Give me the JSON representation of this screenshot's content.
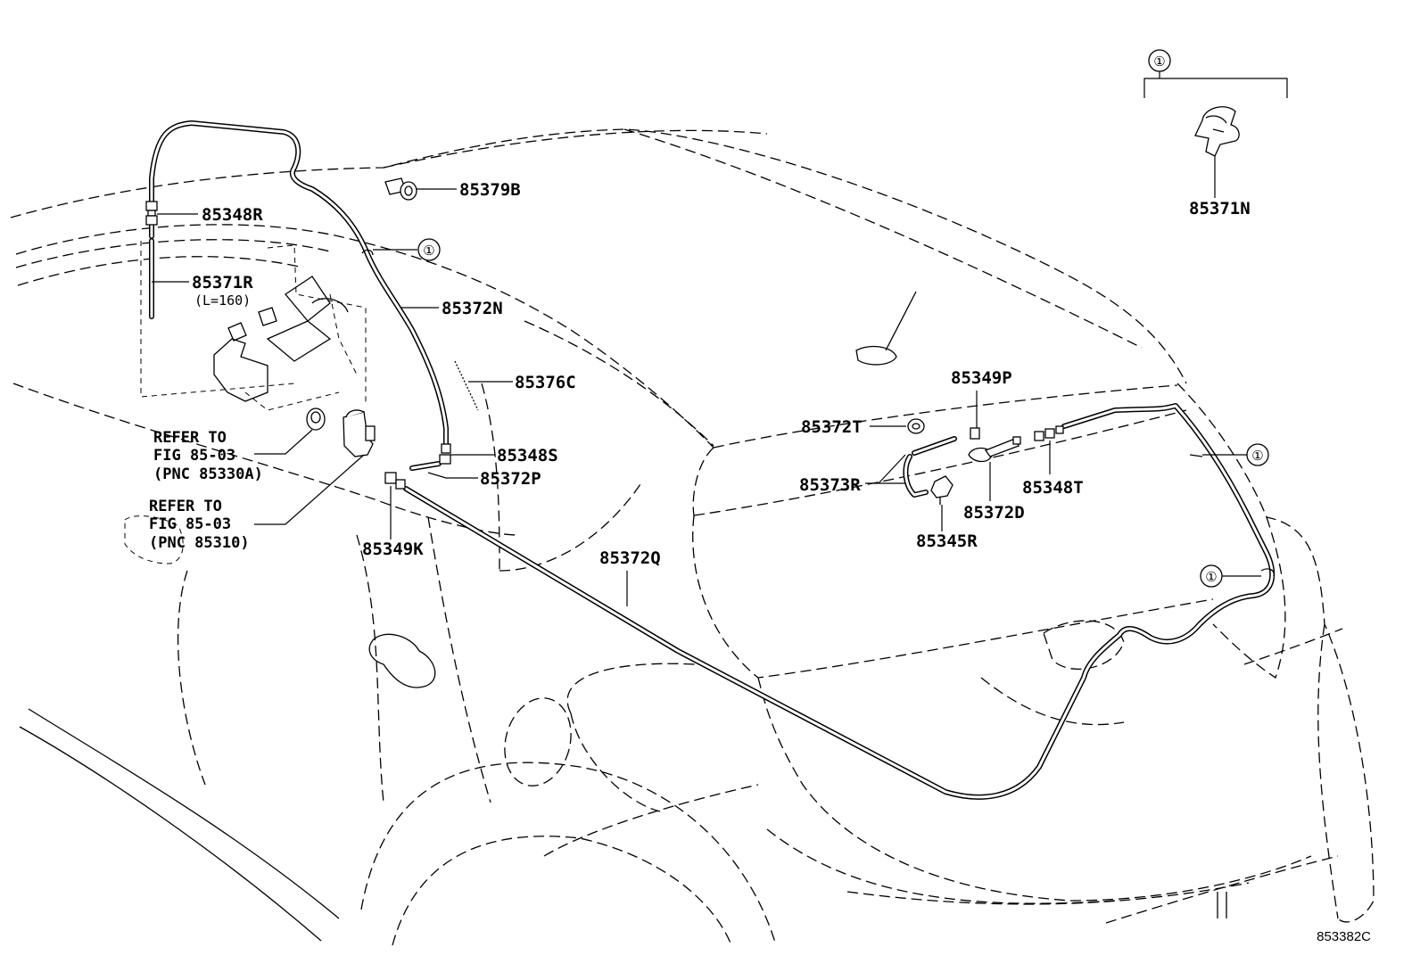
{
  "callouts": {
    "c1": "①",
    "p85348R": "85348R",
    "p85371R": "85371R",
    "p85371R_len": "(L=160)",
    "p85379B": "85379B",
    "p85372N": "85372N",
    "p85376C": "85376C",
    "p85348S": "85348S",
    "p85372P": "85372P",
    "p85349K": "85349K",
    "p85372Q": "85372Q",
    "p85372T": "85372T",
    "p85349P": "85349P",
    "p85373R": "85373R",
    "p85372D": "85372D",
    "p85348T": "85348T",
    "p85345R": "85345R",
    "p85371N": "85371N"
  },
  "references": {
    "ref1_line1": "REFER TO",
    "ref1_line2": "FIG 85-03",
    "ref1_line3": "(PNC 85330A)",
    "ref2_line1": "REFER TO",
    "ref2_line2": "FIG 85-03",
    "ref2_line3": "(PNC 85310)"
  },
  "figure_id": "853382C"
}
